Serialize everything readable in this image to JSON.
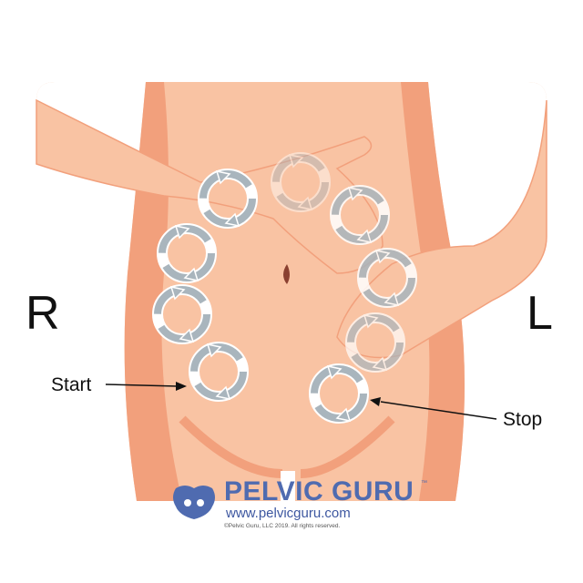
{
  "labels": {
    "right_side": "R",
    "left_side": "L",
    "start": "Start",
    "stop": "Stop"
  },
  "logo": {
    "brand": "PELVIC GURU",
    "trademark": "™",
    "url": "www.pelvicguru.com",
    "copyright": "©Pelvic Guru, LLC 2019. All rights reserved."
  },
  "colors": {
    "skin": "#f9c3a3",
    "skin_shadow": "#f2a07c",
    "arrow": "#a9b5bd",
    "brand": "#4f6bb0"
  }
}
